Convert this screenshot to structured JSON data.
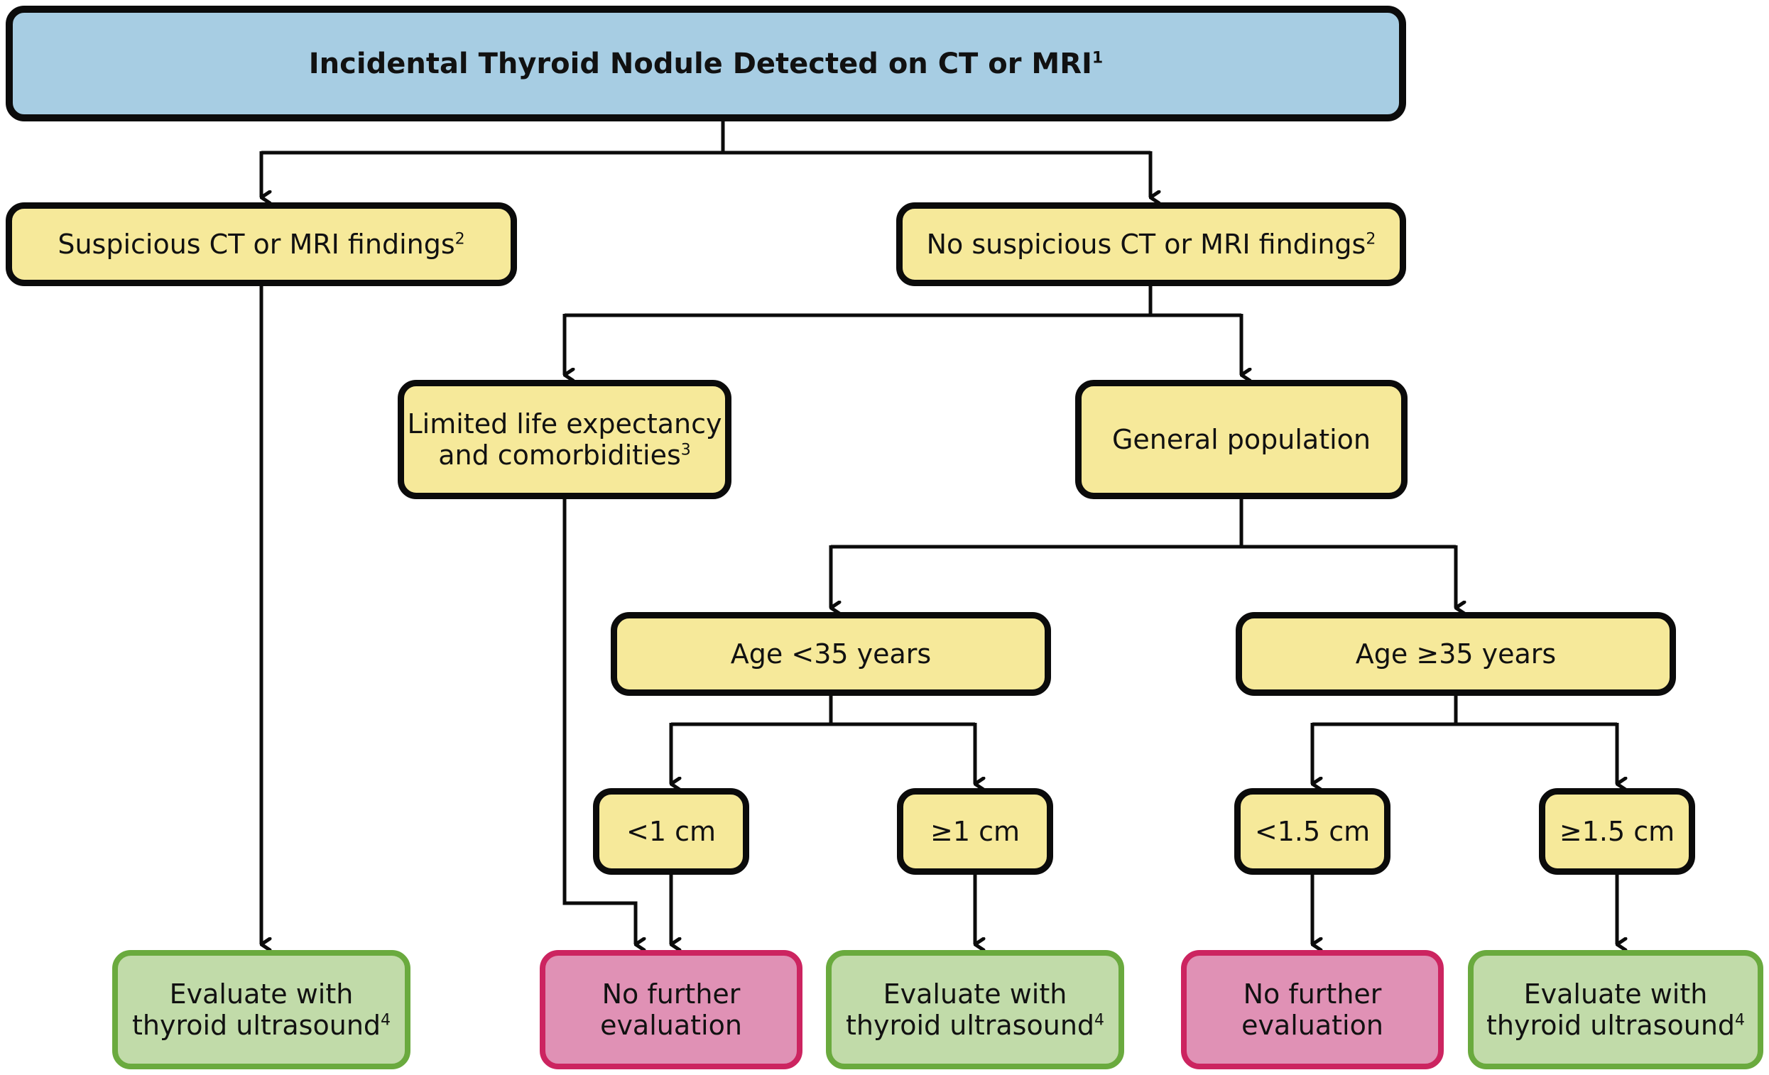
{
  "nodes": {
    "root": {
      "text": "Incidental Thyroid Nodule Detected on CT or MRI",
      "sup": "1"
    },
    "suspicious": {
      "text": "Suspicious CT or MRI findings",
      "sup": "2"
    },
    "not_suspicious": {
      "text": "No suspicious CT or MRI findings",
      "sup": "2"
    },
    "limited": {
      "line1": "Limited life expectancy",
      "line2": "and comorbidities",
      "sup": "3"
    },
    "general": {
      "text": "General population"
    },
    "age_lt35": {
      "text": "Age <35 years"
    },
    "age_ge35": {
      "text": "Age ≥35 years"
    },
    "lt1": {
      "text": "<1 cm"
    },
    "ge1": {
      "text": "≥1 cm"
    },
    "lt15": {
      "text": "<1.5 cm"
    },
    "ge15": {
      "text": "≥1.5 cm"
    },
    "out_us_1": {
      "line1": "Evaluate with",
      "line2": "thyroid ultrasound",
      "sup": "4"
    },
    "out_nfe_1": {
      "line1": "No further",
      "line2": "evaluation"
    },
    "out_us_2": {
      "line1": "Evaluate with",
      "line2": "thyroid ultrasound",
      "sup": "4"
    },
    "out_nfe_2": {
      "line1": "No further",
      "line2": "evaluation"
    },
    "out_us_3": {
      "line1": "Evaluate with",
      "line2": "thyroid ultrasound",
      "sup": "4"
    }
  },
  "colors": {
    "title_fill": "#a7cde3",
    "decision_fill": "#f6e99a",
    "decision_border": "#0b0b0b",
    "evaluate_fill": "#c1dba9",
    "evaluate_border": "#6aaa3e",
    "stop_fill": "#e091b5",
    "stop_border": "#cc2460",
    "connector": "#0b0b0b"
  }
}
